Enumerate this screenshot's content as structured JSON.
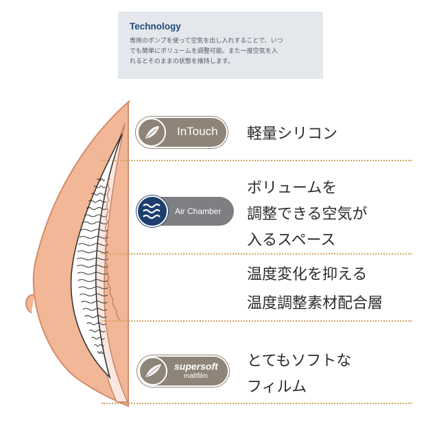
{
  "technology": {
    "title": "Technology",
    "lines": [
      "専用のポンプを使って空気を出し入れすることで、いつ",
      "でも簡単にボリュームを調整可能。また一度空気を入",
      "れるとそのままの状態を維持します。"
    ]
  },
  "badges": {
    "intouch": {
      "label": "InTouch",
      "icon": "leaf-icon"
    },
    "air_chamber": {
      "label": "Air Chamber",
      "icon": "air-waves-icon"
    },
    "supersoft": {
      "label_1": "supersoft",
      "label_2": "mattfilm",
      "icon": "feather-icon"
    }
  },
  "features": {
    "silicone": [
      "軽量シリコン"
    ],
    "air_space": [
      "ボリュームを",
      "調整できる空気が",
      "入るスペース"
    ],
    "temperature": [
      "温度変化を抑える",
      "温度調整素材配合層"
    ],
    "film": [
      "とてもソフトな",
      "フィルム"
    ]
  },
  "colors": {
    "skin": "#f2b796",
    "skin_outline": "#d58a69",
    "inner_layer": "#fbe6e0",
    "divider": "#d6a15c",
    "brand_navy": "#1f4a78",
    "badge_taupe": "#8e8478"
  }
}
